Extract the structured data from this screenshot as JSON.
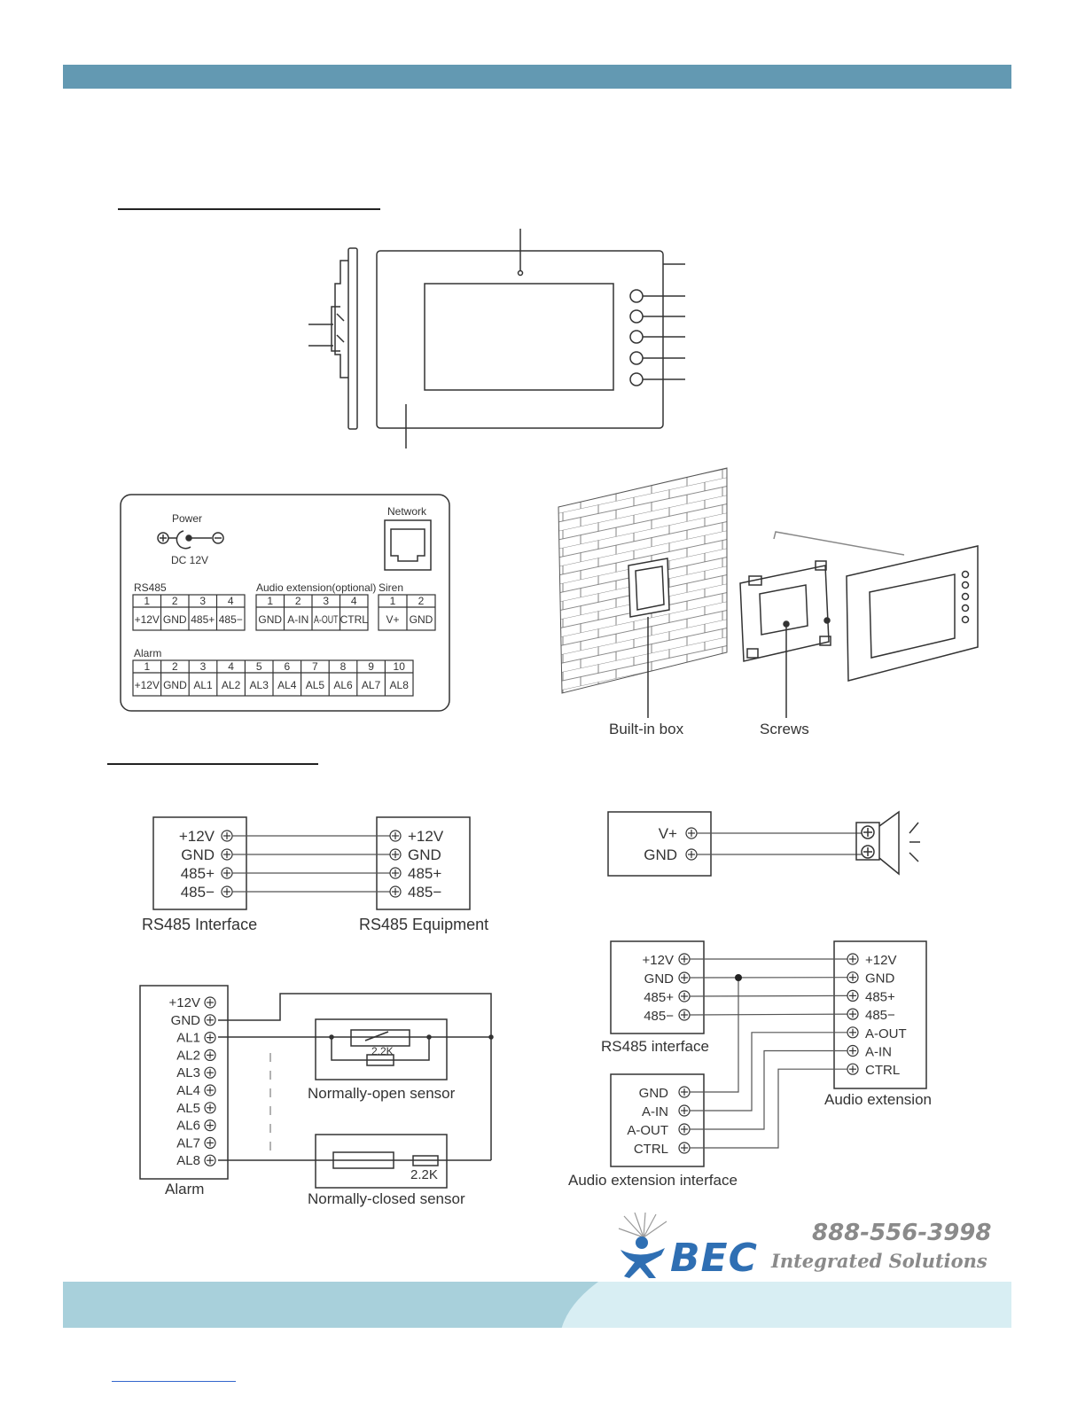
{
  "colors": {
    "header_bar": "#6399b2",
    "footer_band": "#a8d0db",
    "logo_blue": "#2f6fb3",
    "logo_grey": "#8a8a8a"
  },
  "terminal_panel": {
    "power_label": "Power",
    "dc_label": "DC 12V",
    "network_label": "Network",
    "rs485": {
      "title": "RS485",
      "nums": [
        "1",
        "2",
        "3",
        "4"
      ],
      "names": [
        "+12V",
        "GND",
        "485+",
        "485−"
      ]
    },
    "audio": {
      "title": "Audio extension(optional)",
      "nums": [
        "1",
        "2",
        "3",
        "4"
      ],
      "names": [
        "GND",
        "A-IN",
        "A-OUT",
        "CTRL"
      ]
    },
    "siren": {
      "title": "Siren",
      "nums": [
        "1",
        "2"
      ],
      "names": [
        "V+",
        "GND"
      ]
    },
    "alarm": {
      "title": "Alarm",
      "nums": [
        "1",
        "2",
        "3",
        "4",
        "5",
        "6",
        "7",
        "8",
        "9",
        "10"
      ],
      "names": [
        "+12V",
        "GND",
        "AL1",
        "AL2",
        "AL3",
        "AL4",
        "AL5",
        "AL6",
        "AL7",
        "AL8"
      ]
    }
  },
  "mounting": {
    "builtin_box": "Built-in box",
    "screws": "Screws"
  },
  "rs485_wiring": {
    "left_pins": [
      "+12V",
      "GND",
      "485+",
      "485−"
    ],
    "right_pins": [
      "+12V",
      "GND",
      "485+",
      "485−"
    ],
    "left_caption": "RS485 Interface",
    "right_caption": "RS485 Equipment"
  },
  "siren_wiring": {
    "pins": [
      "V+",
      "GND"
    ]
  },
  "alarm_wiring": {
    "pins": [
      "+12V",
      "GND",
      "AL1",
      "AL2",
      "AL3",
      "AL4",
      "AL5",
      "AL6",
      "AL7",
      "AL8"
    ],
    "caption": "Alarm",
    "no_sensor": "Normally-open sensor",
    "nc_sensor": "Normally-closed sensor",
    "resistor_no": "2.2K",
    "resistor_nc": "2.2K"
  },
  "audio_wiring": {
    "rs485_pins": [
      "+12V",
      "GND",
      "485+",
      "485−"
    ],
    "rs485_caption": "RS485 interface",
    "ext_pins": [
      "+12V",
      "GND",
      "485+",
      "485−",
      "A-OUT",
      "A-IN",
      "CTRL"
    ],
    "ext_caption": "Audio extension",
    "iface_pins": [
      "GND",
      "A-IN",
      "A-OUT",
      "CTRL"
    ],
    "iface_caption": "Audio extension interface"
  },
  "footer": {
    "logo": "BEC",
    "phone": "888-556-3998",
    "tagline": "Integrated Solutions"
  }
}
